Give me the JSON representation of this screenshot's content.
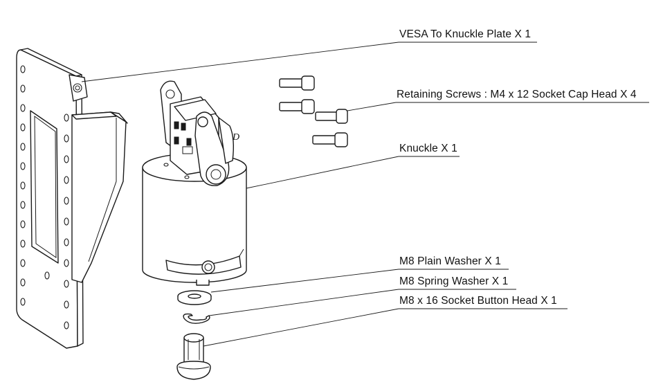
{
  "diagram": {
    "callouts": [
      {
        "id": "vesa-plate",
        "label": "VESA To Knuckle Plate X 1"
      },
      {
        "id": "retaining-screws",
        "label": "Retaining Screws : M4 x 12 Socket Cap Head X 4"
      },
      {
        "id": "knuckle",
        "label": "Knuckle X 1"
      },
      {
        "id": "plain-washer",
        "label": "M8 Plain Washer X 1"
      },
      {
        "id": "spring-washer",
        "label": "M8 Spring Washer X 1"
      },
      {
        "id": "button-head",
        "label": "M8 x 16 Socket Button Head X 1"
      }
    ],
    "marks": {
      "knuckle_side_letter": "D"
    }
  }
}
